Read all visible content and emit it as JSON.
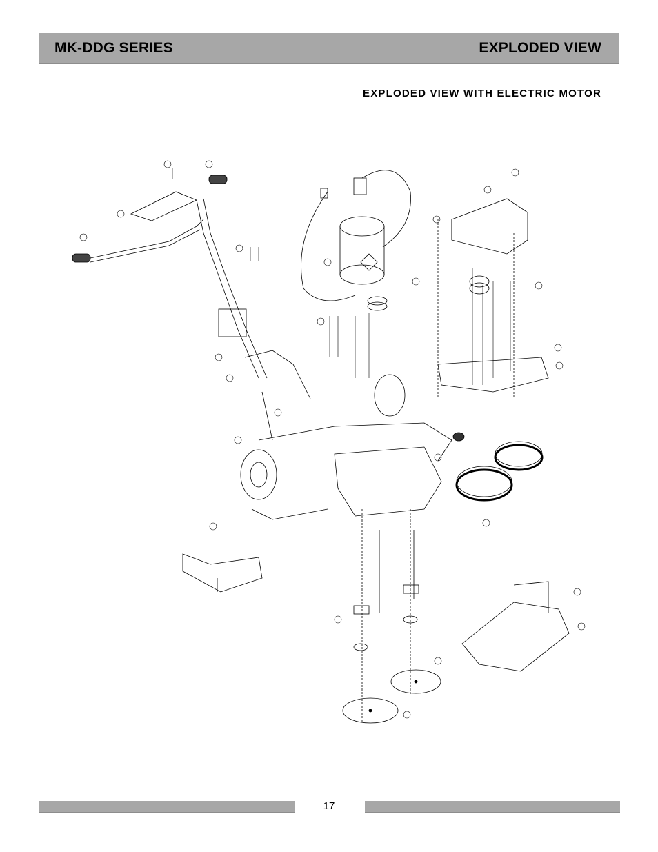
{
  "header": {
    "series": "MK-DDG SERIES",
    "section": "EXPLODED VIEW"
  },
  "subtitle": "EXPLODED VIEW WITH ELECTRIC MOTOR",
  "footer": {
    "page_number": "17"
  },
  "colors": {
    "bar_gray": "#a7a7a7",
    "line": "#000000"
  }
}
